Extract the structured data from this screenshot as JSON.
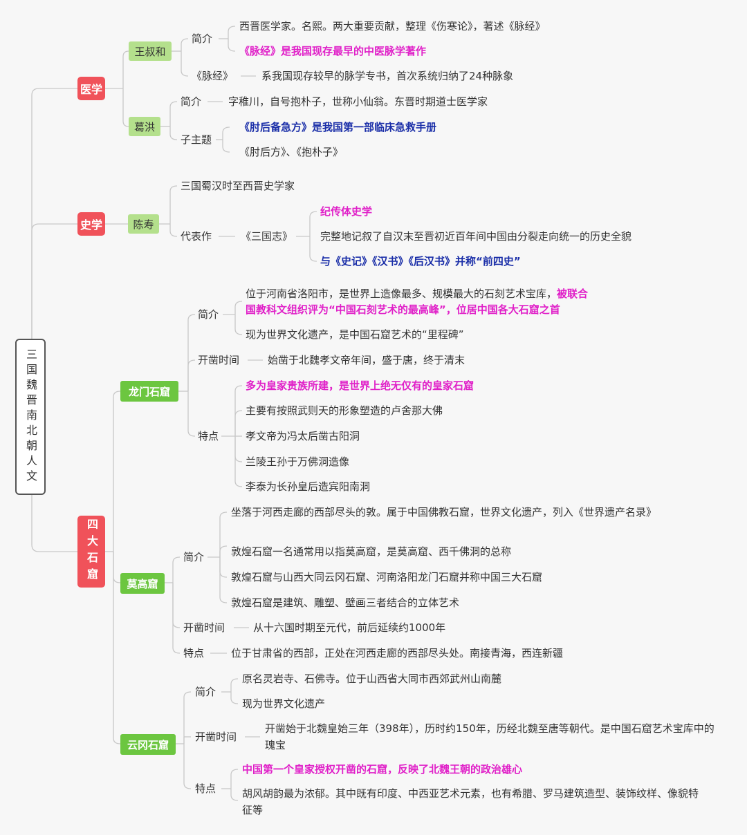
{
  "root": {
    "title": "三国魏晋南北朝人文"
  },
  "medicine": {
    "label": "医学",
    "wangshuhe": {
      "label": "王叔和",
      "intro_label": "简介",
      "intro_1": "西晋医学家。名熙。两大重要贡献，整理《伤寒论》，著述《脉经》",
      "intro_2": "《脉经》是我国现存最早的中医脉学著作",
      "maijing_label": "《脉经》",
      "maijing_text": "系我国现存较早的脉学专书，首次系统归纳了24种脉象"
    },
    "gehong": {
      "label": "葛洪",
      "intro_label": "简介",
      "intro_text": "字稚川，自号抱朴子，世称小仙翁。东晋时期道士医学家",
      "sub_label": "子主题",
      "sub_1": "《肘后备急方》是我国第一部临床急救手册",
      "sub_2": "《肘后方》、《抱朴子》"
    }
  },
  "history": {
    "label": "史学",
    "chenshou": {
      "label": "陈寿",
      "intro": "三国蜀汉时至西晋史学家",
      "works_label": "代表作",
      "book": "《三国志》",
      "book_1": "纪传体史学",
      "book_2": "完整地记叙了自汉末至晋初近百年间中国由分裂走向统一的历史全貌",
      "book_3": "与《史记》《汉书》《后汉书》并称“前四史”"
    }
  },
  "grottoes": {
    "label": "四大石窟",
    "longmen": {
      "label": "龙门石窟",
      "intro_label": "简介",
      "intro_1a": "位于河南省洛阳市，是世界上造像最多、规模最大的石刻艺术宝库，",
      "intro_1b": "被联合",
      "intro_1c": "国教科文组织评为“中国石刻艺术的最高峰”，位居中国各大石窟之首",
      "intro_2": "现为世界文化遗产，是中国石窟艺术的“里程碑”",
      "time_label": "开凿时间",
      "time_text": "始凿于北魏孝文帝年间，盛于唐，终于清末",
      "feat_label": "特点",
      "feat_1": "多为皇家贵族所建，是世界上绝无仅有的皇家石窟",
      "feat_2": "主要有按照武则天的形象塑造的卢舍那大佛",
      "feat_3": "孝文帝为冯太后凿古阳洞",
      "feat_4": "兰陵王孙于万佛洞造像",
      "feat_5": "李泰为长孙皇后造宾阳南洞"
    },
    "mogao": {
      "label": "莫高窟",
      "intro_label": "简介",
      "intro_1": "坐落于河西走廊的西部尽头的敦。属于中国佛教石窟，世界文化遗产，列入《世界遗产名录》",
      "intro_2": "敦煌石窟一名通常用以指莫高窟，是莫高窟、西千佛洞的总称",
      "intro_3": "敦煌石窟与山西大同云冈石窟、河南洛阳龙门石窟并称中国三大石窟",
      "intro_4": "敦煌石窟是建筑、雕塑、壁画三者结合的立体艺术",
      "time_label": "开凿时间",
      "time_text": "从十六国时期至元代，前后延续约1000年",
      "feat_label": "特点",
      "feat_text": "位于甘肃省的西部，正处在河西走廊的西部尽头处。南接青海，西连新疆"
    },
    "yungang": {
      "label": "云冈石窟",
      "intro_label": "简介",
      "intro_1": "原名灵岩寺、石佛寺。位于山西省大同市西郊武州山南麓",
      "intro_2": "现为世界文化遗产",
      "time_label": "开凿时间",
      "time_text": "开凿始于北魏皇始三年（398年），历时约150年，历经北魏至唐等朝代。是中国石窟艺术宝库中的瑰宝",
      "feat_label": "特点",
      "feat_1": "中国第一个皇家授权开凿的石窟，反映了北魏王朝的政治雄心",
      "feat_2": "胡风胡韵最为浓郁。其中既有印度、中西亚艺术元素，也有希腊、罗马建筑造型、装饰纹样、像貌特征等"
    }
  }
}
